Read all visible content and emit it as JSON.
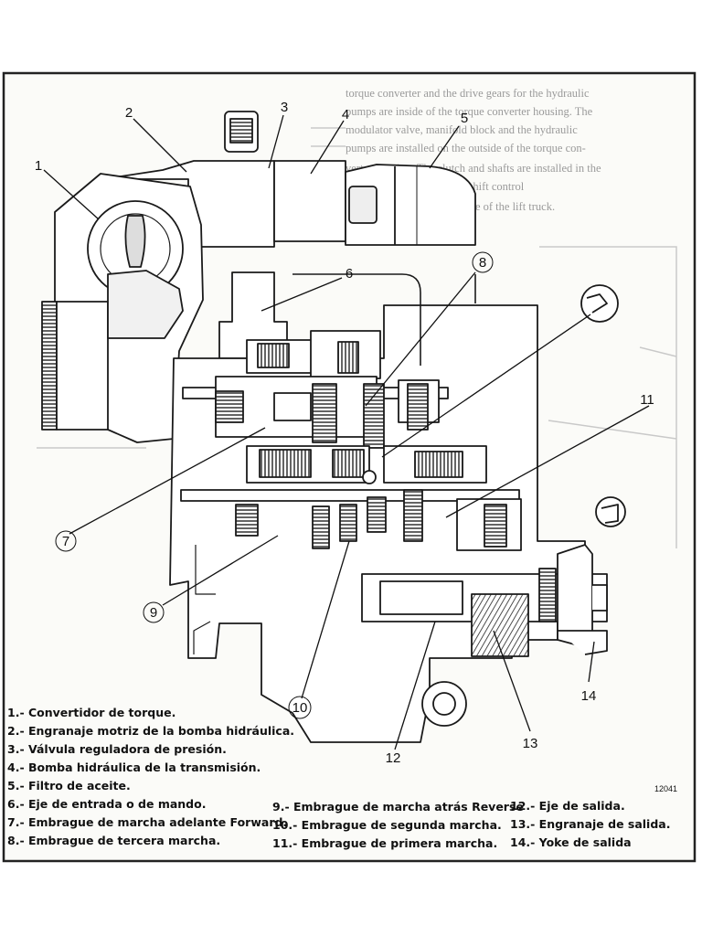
{
  "background_text": [
    "torque converter and the drive gears for the hydraulic",
    "pumps are inside of the torque converter housing. The",
    "modulator valve, manifold block and the hydraulic",
    "pumps are installed on the outside of the torque con-",
    "verter housing. The clutch and shafts are installed in the",
    "transmission housing. The shift control",
    "valve is installed to the frame of the lift truck."
  ],
  "callouts": [
    "1",
    "2",
    "3",
    "4",
    "5",
    "6",
    "7",
    "8",
    "9",
    "10",
    "11",
    "12",
    "13",
    "14"
  ],
  "figure_code": "12041",
  "legend": {
    "col1": [
      "1.- Convertidor de torque.",
      "2.- Engranaje motriz de la bomba hidráulica.",
      "3.- Válvula reguladora de presión.",
      "4.- Bomba hidráulica de la transmisión.",
      "5.- Filtro de aceite.",
      "6.- Eje de entrada o de mando.",
      "7.- Embrague de marcha adelante Forward.",
      "8.- Embrague de tercera marcha."
    ],
    "col2": [
      "9.- Embrague de marcha atrás Reverse",
      "10.- Embrague de segunda marcha.",
      "11.- Embrague de primera marcha."
    ],
    "col3": [
      "12.- Eje de salida.",
      "13.- Engranaje de salida.",
      "14.- Yoke de salida"
    ]
  }
}
